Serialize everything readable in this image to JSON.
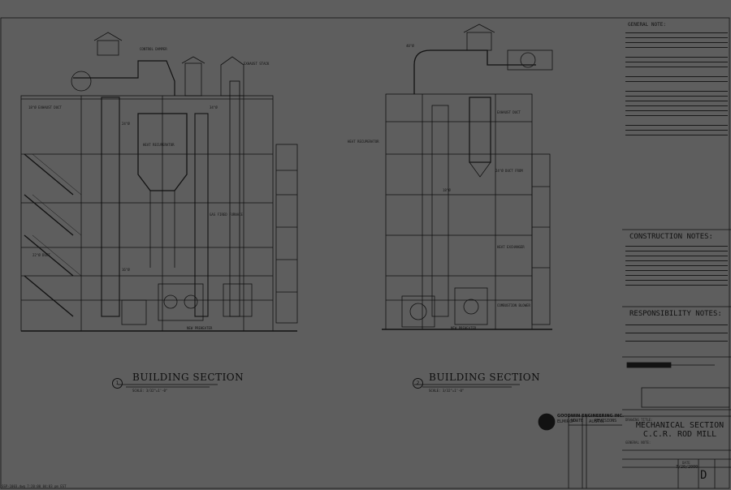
{
  "general_notes": {
    "heading": "GENERAL NOTE:"
  },
  "construction_notes": {
    "heading": "CONSTRUCTION NOTES:"
  },
  "responsibility_notes": {
    "heading": "RESPONSIBILITY NOTES:"
  },
  "sections": [
    {
      "number": "1",
      "title": "BUILDING SECTION",
      "scale": "SCALE: 3/32\"=1'-0\""
    },
    {
      "number": "2",
      "title": "BUILDING SECTION",
      "scale": "SCALE: 3/32\"=1'-0\""
    }
  ],
  "drawing_labels": {
    "left": [
      "CONTROL DAMPER",
      "HEAT RECUPERATOR",
      "EXHAUST STACK",
      "24\"Ø",
      "34\"Ø",
      "16\"Ø",
      "NEW PREHEATER",
      "GAS FIRED FURNACE",
      "18\"Ø EXHAUST DUCT",
      "22\"Ø DUCT"
    ],
    "right": [
      "HEAT RECUPERATOR",
      "24\"Ø DUCT FROM",
      "NEW PREHEATER",
      "40\"Ø",
      "18\"Ø",
      "EXHAUST DUCT",
      "HEAT EXCHANGER",
      "COMBUSTION BLOWER"
    ]
  },
  "title_block": {
    "revision_headers": [
      "NO.",
      "DATE",
      "REVISIONS"
    ],
    "drawing_title_label": "DRAWING TITLE:",
    "drawing_title_line1": "MECHANICAL SECTION",
    "drawing_title_line2": "C.C.R. ROD MILL",
    "general_note_label": "GENERAL NOTE:",
    "date_label": "DATE",
    "date_value": "7/20/2000",
    "firm_name": "GOODWIN ENGINEERING INC.",
    "firm_city_left": "ELMIRO",
    "firm_city_right": "AUSTIN",
    "sheet_letter": "D"
  },
  "footer_text": "SSP-1003.dwg   7:20:00   04:03 pm EST",
  "colors": {
    "background": "#5e5e5e",
    "linework": "#121212"
  }
}
